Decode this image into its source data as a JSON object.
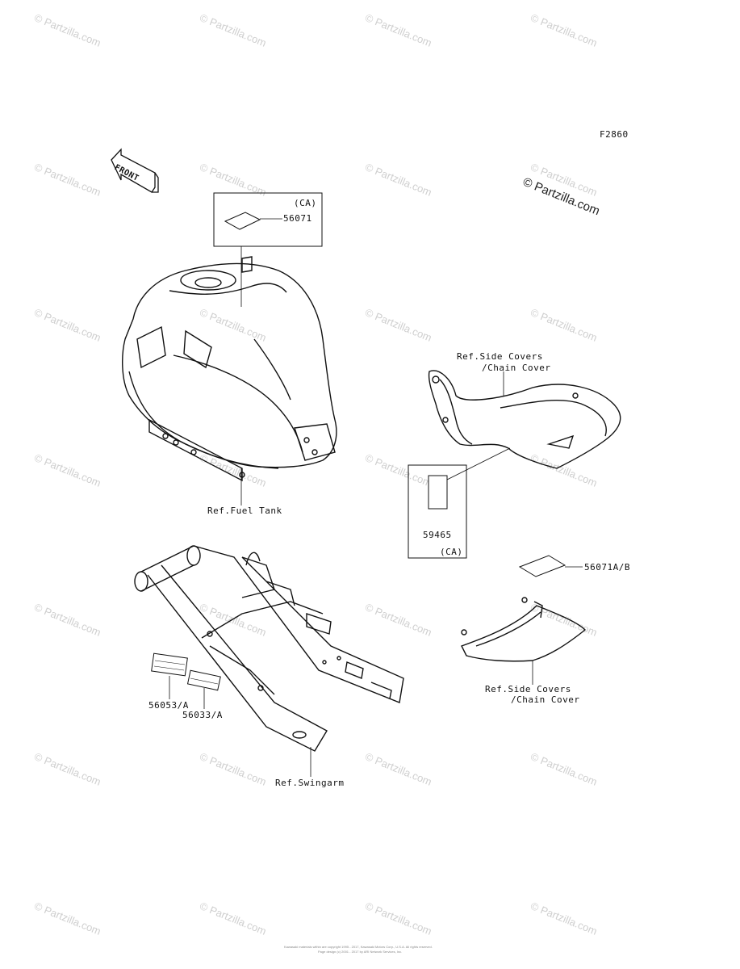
{
  "figure_code": "F2860",
  "front_label": "FRONT",
  "watermark": "© Partzilla.com",
  "brand_watermark": "© Partzilla.com",
  "callouts": {
    "fuel_tank_box_region": "(CA)",
    "part_56071": "56071",
    "fuel_tank_ref": "Ref.Fuel Tank",
    "side_covers_ref_top_line1": "Ref.Side Covers",
    "side_covers_ref_top_line2": "/Chain Cover",
    "part_59465": "59465",
    "side_box_region": "(CA)",
    "part_56071ab": "56071A/B",
    "side_covers_ref_bottom_line1": "Ref.Side Covers",
    "side_covers_ref_bottom_line2": "/Chain Cover",
    "part_56053a": "56053/A",
    "part_56033a": "56033/A",
    "swingarm_ref": "Ref.Swingarm"
  },
  "footer_line1": "Kawasaki materials within are copyright 1995 - 2017, Kawasaki Motors Corp., U.S.A. All rights reserved.",
  "footer_line2": "Page design (c) 2001 - 2017 by ARI Network Services, Inc."
}
